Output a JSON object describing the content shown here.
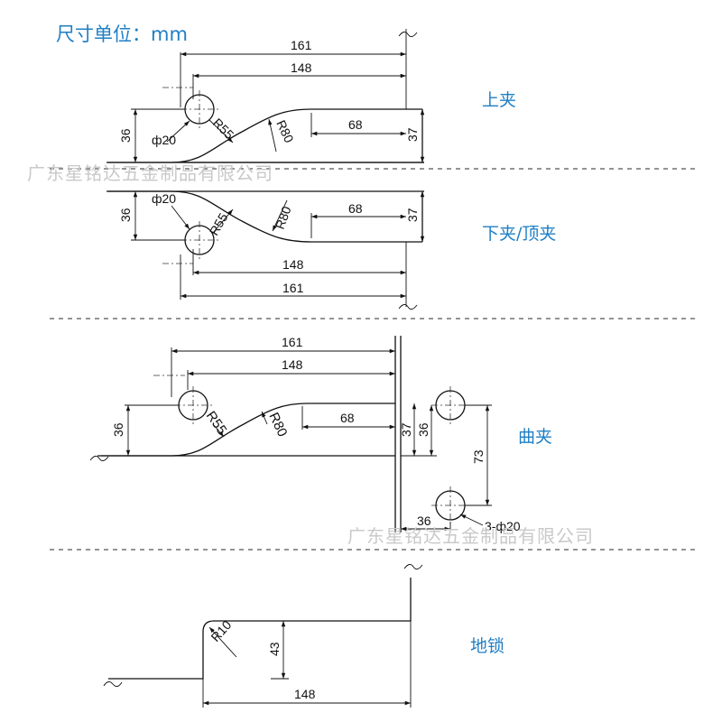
{
  "header": {
    "unit_title": "尺寸单位：mm"
  },
  "watermarks": [
    "广东星铭达五金制品有限公司",
    "广东星铭达五金制品有限公司"
  ],
  "parts": {
    "upper_clamp": {
      "label": "上夹",
      "dims": {
        "overall": "161",
        "inner": "148",
        "slot": "68",
        "height_left": "36",
        "height_right": "37",
        "hole": "ф20",
        "radius_small": "R55",
        "radius_large": "R80"
      }
    },
    "lower_top_clamp": {
      "label": "下夹/顶夹",
      "dims": {
        "overall": "161",
        "inner": "148",
        "slot": "68",
        "height_left": "36",
        "height_right": "37",
        "hole": "ф20",
        "radius_small": "R55",
        "radius_large": "R80"
      }
    },
    "curved_clamp": {
      "label": "曲夹",
      "dims": {
        "overall": "161",
        "inner": "148",
        "slot": "68",
        "height_left": "36",
        "height_right": "37",
        "height_plate": "36",
        "hole_spacing": "73",
        "plate_offset": "36",
        "holes": "3-ф20",
        "radius_small": "R55",
        "radius_large": "R80"
      }
    },
    "floor_lock": {
      "label": "地锁",
      "dims": {
        "radius": "R10",
        "height": "43",
        "length": "148"
      }
    }
  }
}
